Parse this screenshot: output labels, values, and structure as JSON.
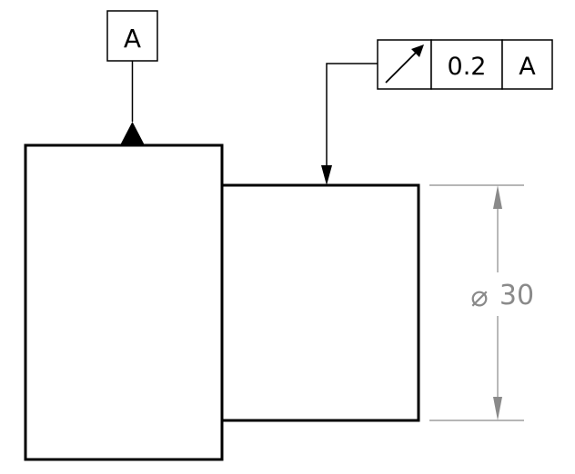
{
  "datum": {
    "letter": "A"
  },
  "feature_control_frame": {
    "symbol": "circular-runout",
    "tolerance": "0.2",
    "datum_reference": "A"
  },
  "dimension": {
    "symbol": "⌀",
    "value": "30"
  },
  "colors": {
    "outline": "#000000",
    "dimension": "#8a8a8a"
  }
}
